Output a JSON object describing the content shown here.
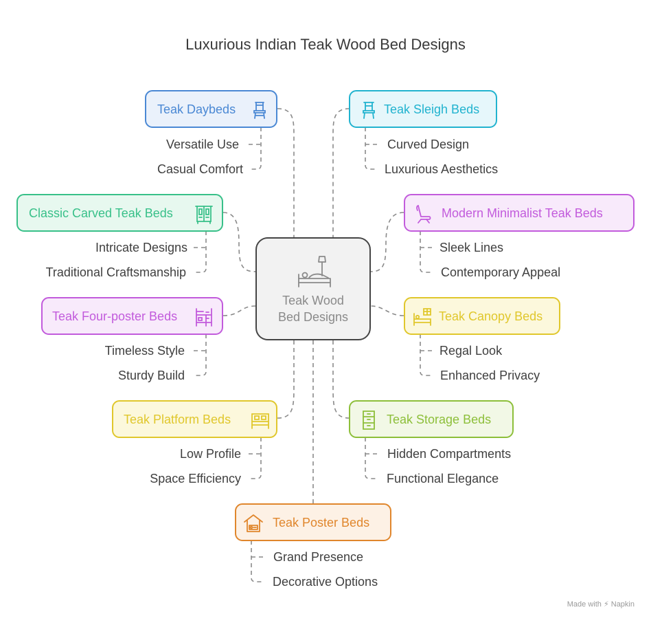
{
  "title": "Luxurious Indian Teak Wood Bed Designs",
  "center": {
    "line1": "Teak Wood",
    "line2": "Bed Designs",
    "icon": "bed-lamp-icon"
  },
  "nodes": [
    {
      "id": "daybeds",
      "label": "Teak Daybeds",
      "icon": "chair-icon",
      "accent": "#4a88d4",
      "fill": "#eaf1fb",
      "items": [
        "Versatile Use",
        "Casual Comfort"
      ]
    },
    {
      "id": "sleigh",
      "label": "Teak Sleigh Beds",
      "icon": "chair-icon",
      "accent": "#21b3cf",
      "fill": "#e6f7fb",
      "items": [
        "Curved Design",
        "Luxurious Aesthetics"
      ]
    },
    {
      "id": "carved",
      "label": "Classic Carved Teak Beds",
      "icon": "cabinet-icon",
      "accent": "#38c089",
      "fill": "#e7f8ef",
      "items": [
        "Intricate Designs",
        "Traditional Craftsmanship"
      ]
    },
    {
      "id": "minimalist",
      "label": "Modern Minimalist Teak Beds",
      "icon": "lounge-chair-icon",
      "accent": "#c25bdc",
      "fill": "#f8eafb",
      "items": [
        "Sleek Lines",
        "Contemporary Appeal"
      ]
    },
    {
      "id": "fourposter",
      "label": "Teak Four-poster Beds",
      "icon": "bunk-bed-icon",
      "accent": "#c25bdc",
      "fill": "#f8eafb",
      "items": [
        "Timeless Style",
        "Sturdy Build"
      ]
    },
    {
      "id": "canopy",
      "label": "Teak Canopy Beds",
      "icon": "bed-icon",
      "accent": "#e0c72c",
      "fill": "#fcf8dc",
      "items": [
        "Regal Look",
        "Enhanced Privacy"
      ]
    },
    {
      "id": "platform",
      "label": "Teak Platform Beds",
      "icon": "double-bed-icon",
      "accent": "#e0c72c",
      "fill": "#fcf8dc",
      "items": [
        "Low Profile",
        "Space Efficiency"
      ]
    },
    {
      "id": "storage",
      "label": "Teak Storage Beds",
      "icon": "drawers-icon",
      "accent": "#8dbf3a",
      "fill": "#f2f8e6",
      "items": [
        "Hidden Compartments",
        "Functional Elegance"
      ]
    },
    {
      "id": "poster",
      "label": "Teak Poster Beds",
      "icon": "house-bed-icon",
      "accent": "#e0862c",
      "fill": "#fdf1e5",
      "items": [
        "Grand Presence",
        "Decorative Options"
      ]
    }
  ],
  "footer": {
    "made_with": "Made with",
    "brand": "Napkin"
  }
}
